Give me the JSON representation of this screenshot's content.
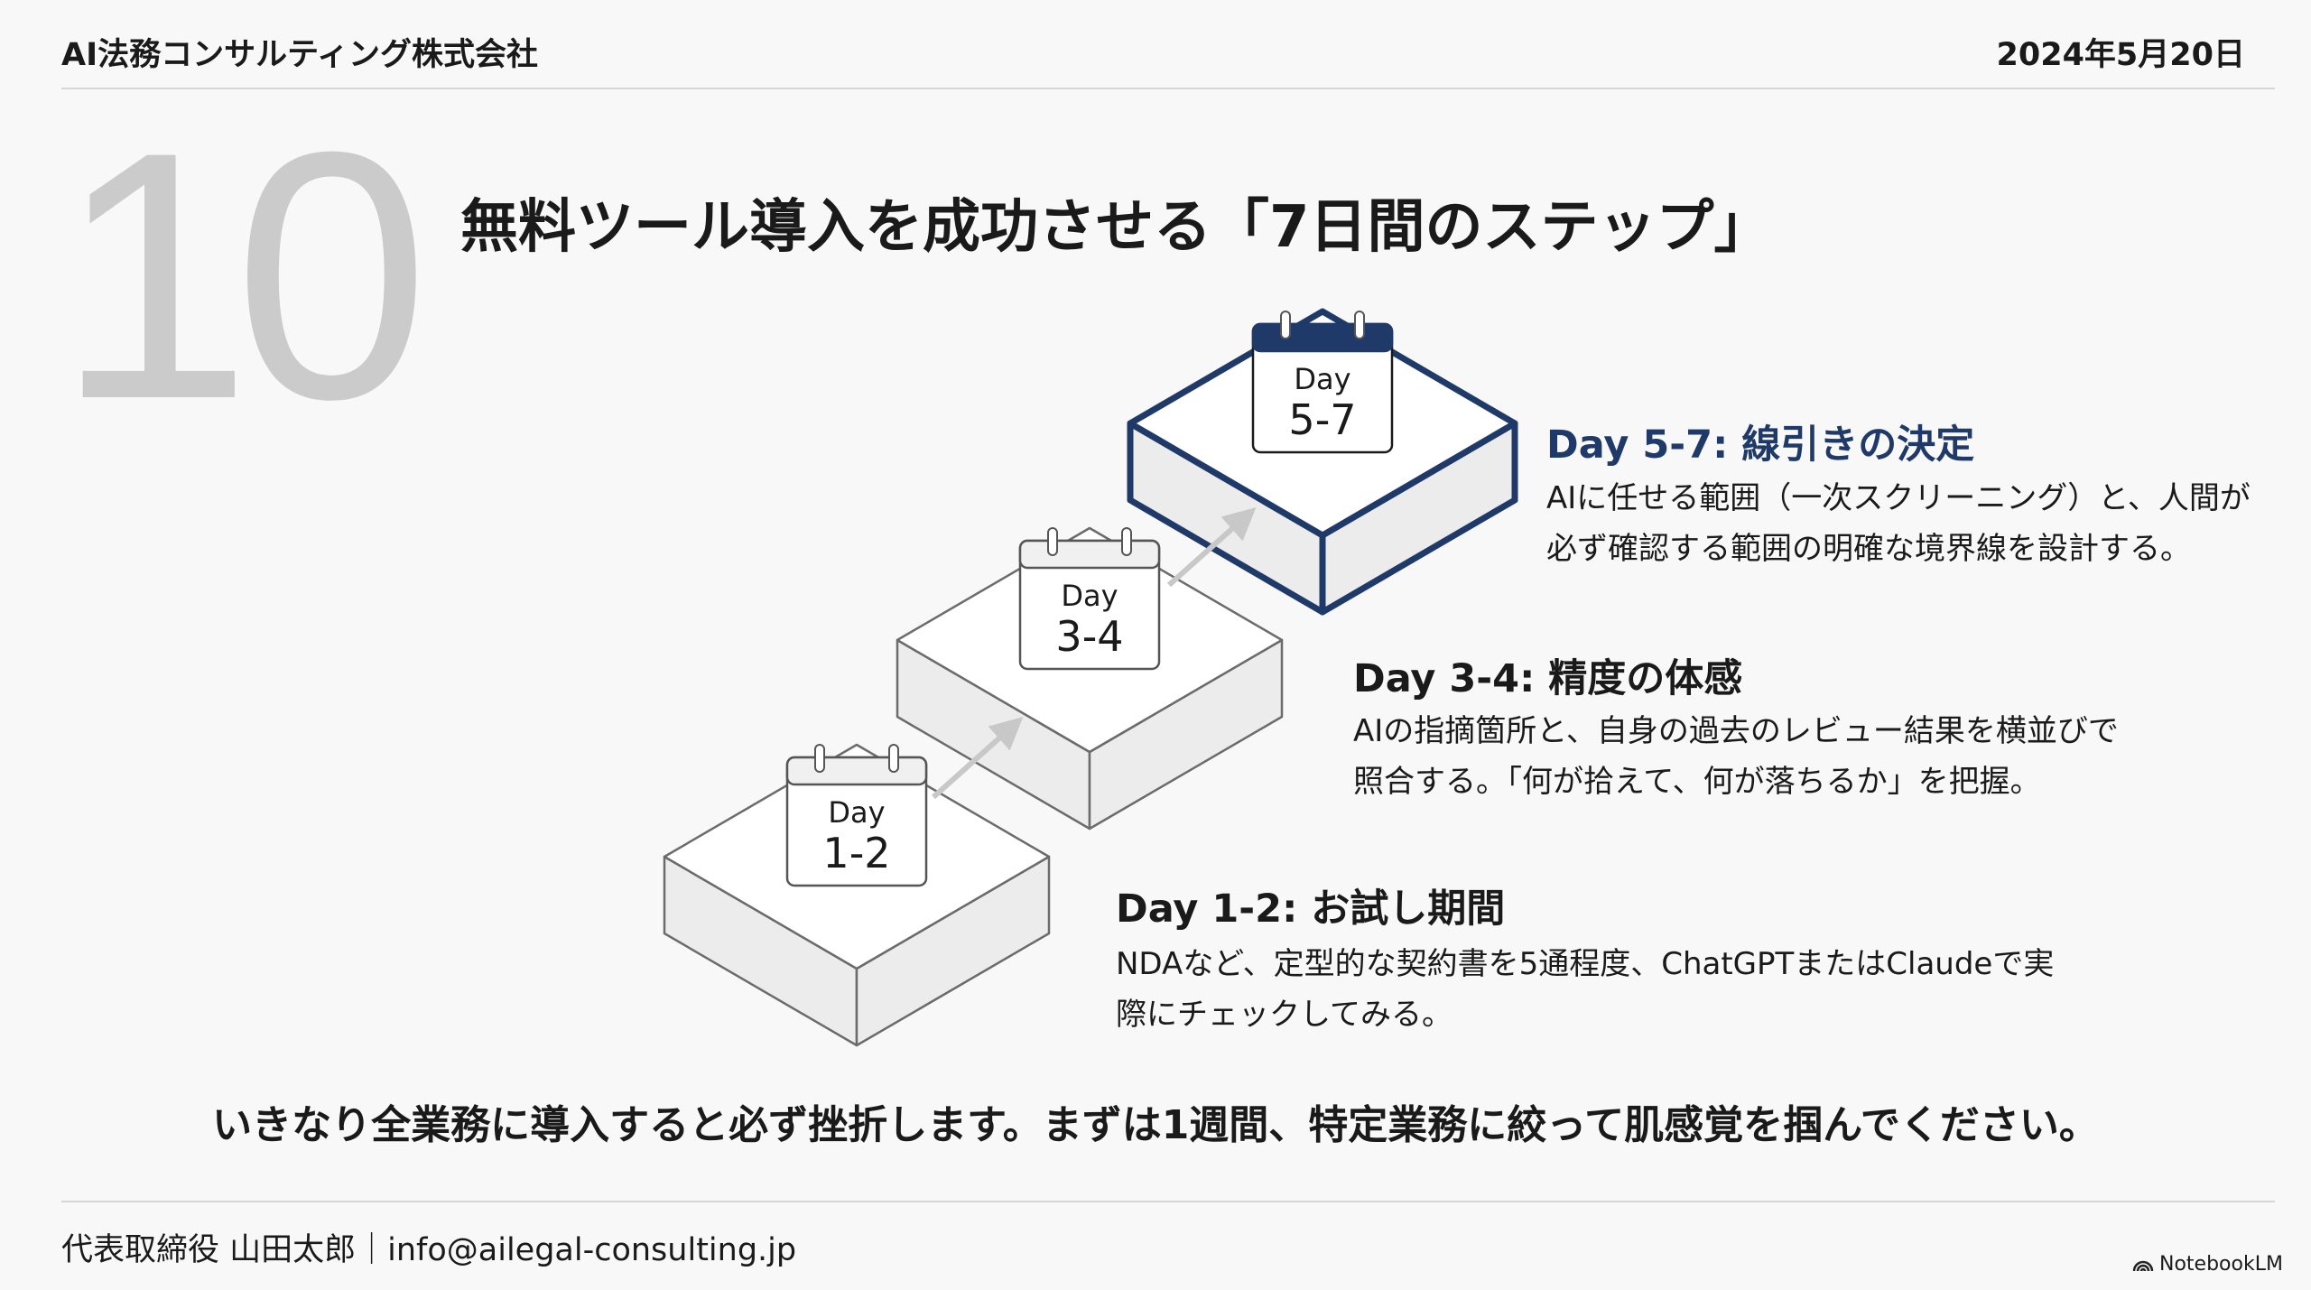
{
  "header": {
    "company": "AI法務コンサルティング株式会社",
    "date": "2024年5月20日"
  },
  "slide": {
    "number": "10",
    "title": "無料ツール導入を成功させる「7日間のステップ」"
  },
  "steps": [
    {
      "badge_top": "Day",
      "badge_range": "1-2",
      "heading": "Day 1-2: お試し期間",
      "lines": [
        "NDAなど、定型的な契約書を5通程度、ChatGPTまたはClaudeで実",
        "際にチェックしてみる。"
      ]
    },
    {
      "badge_top": "Day",
      "badge_range": "3-4",
      "heading": "Day 3-4: 精度の体感",
      "lines": [
        "AIの指摘箇所と、自身の過去のレビュー結果を横並びで",
        "照合する。「何が拾えて、何が落ちるか」を把握。"
      ]
    },
    {
      "badge_top": "Day",
      "badge_range": "5-7",
      "heading": "Day 5-7: 線引きの決定",
      "lines": [
        "AIに任せる範囲（一次スクリーニング）と、人間が",
        "必ず確認する範囲の明確な境界線を設計する。"
      ]
    }
  ],
  "message": "いきなり全業務に導入すると必ず挫折します。まずは1週間、特定業務に絞って肌感覚を掴んでください。",
  "footer": {
    "contact": "代表取締役 山田太郎｜info@ailegal-consulting.jp",
    "brand": "NotebookLM"
  },
  "colors": {
    "accent": "#1f3a68",
    "gray_box": "#6b6b6b",
    "number": "#cbcbcb"
  }
}
